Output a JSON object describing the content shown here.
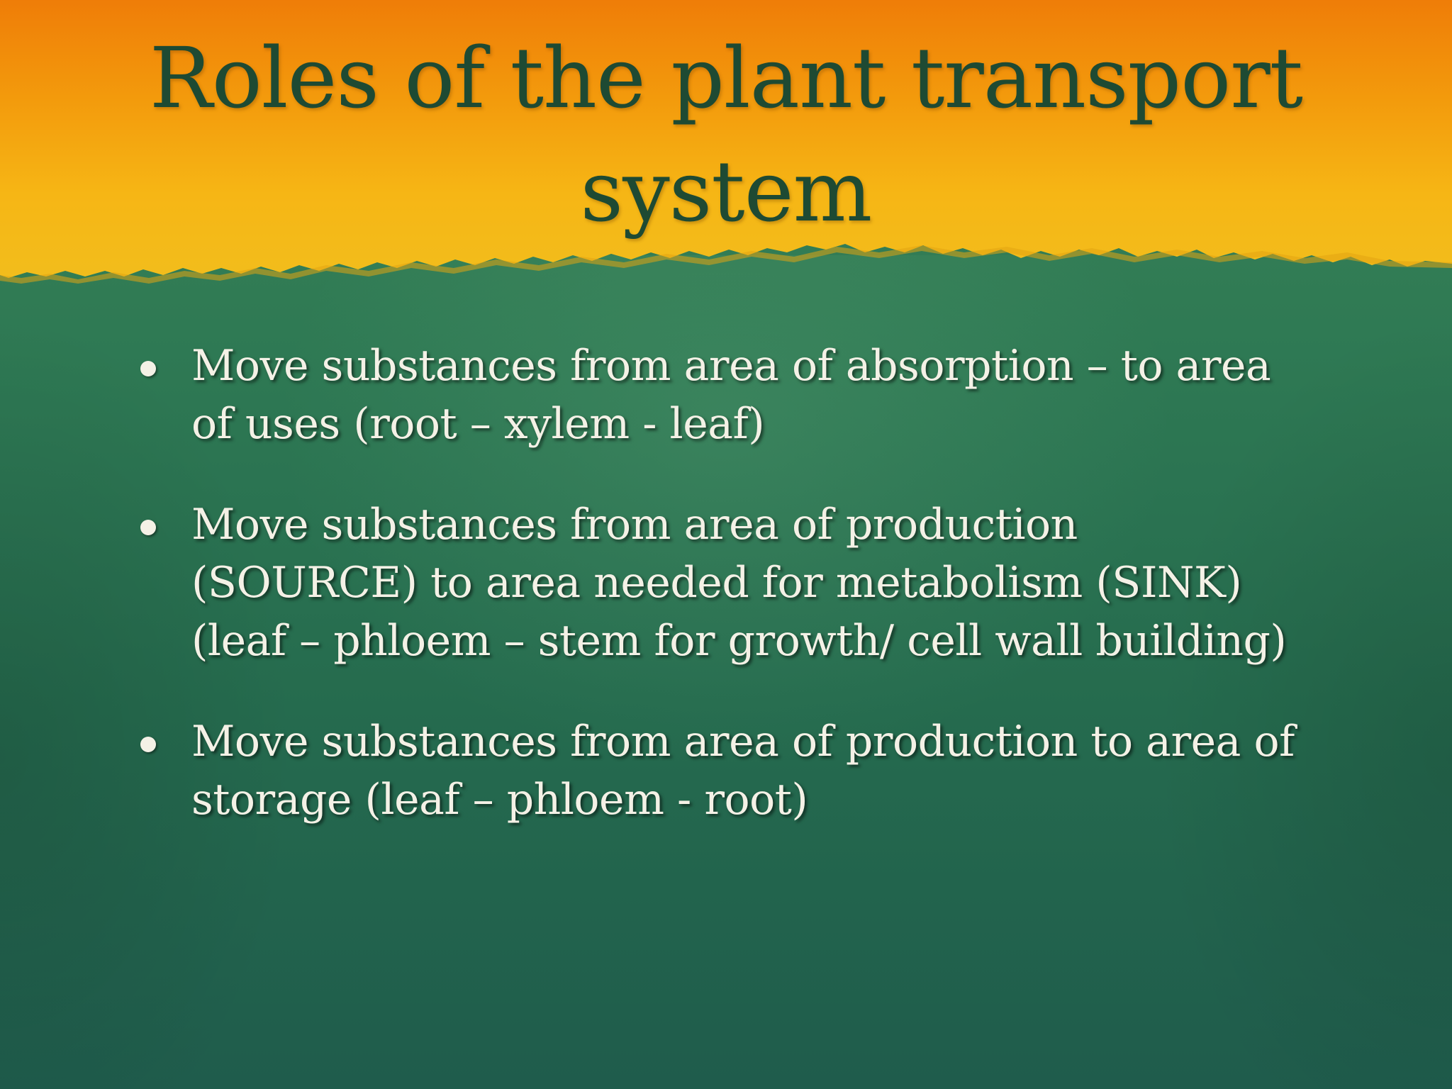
{
  "slide": {
    "title": "Roles of the plant transport system",
    "bullets": [
      {
        "text": "Move substances from area of absorption – to area of uses (root – xylem - leaf)"
      },
      {
        "text": "Move substances from area of production (SOURCE) to area needed for metabolism (SINK) (leaf – phloem – stem for growth/ cell wall building)"
      },
      {
        "text": "Move substances from area of production to area of storage (leaf – phloem - root)"
      }
    ]
  },
  "colors": {
    "header_orange": "#f08a0a",
    "header_yellow": "#f5b914",
    "body_green": "#2f7a54",
    "title_text": "#1e4a33",
    "body_text": "#f4f1e6"
  }
}
